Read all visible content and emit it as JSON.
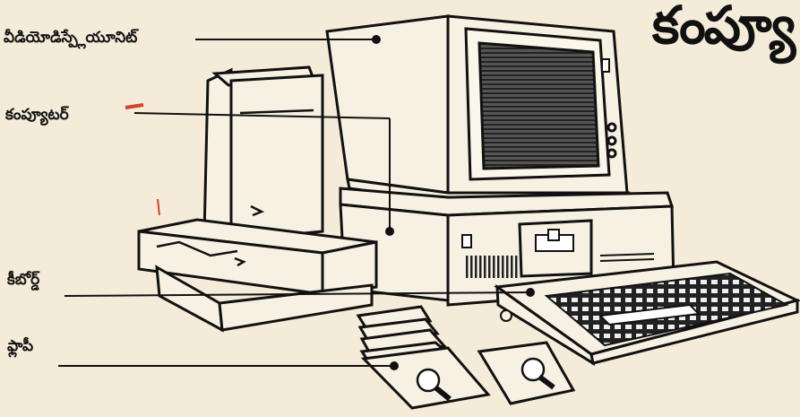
{
  "title": "కంప్యూ",
  "labels": {
    "vdu": "వీడియోడిస్ప్లేయూనిట్",
    "computer": "కంప్యూటర్",
    "keyboard": "కీబోర్డ్",
    "floppy": "ఫ్లాపీ"
  },
  "colors": {
    "paper": "#f4ecd9",
    "ink": "#111111"
  }
}
